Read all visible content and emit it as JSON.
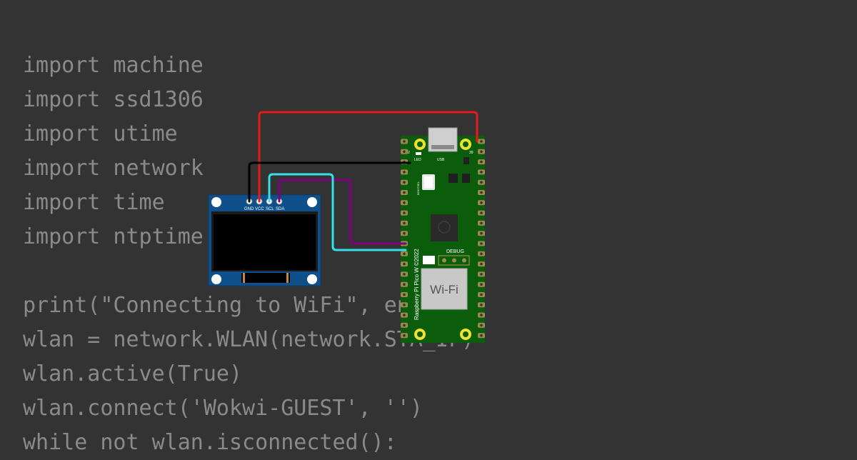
{
  "code": {
    "lines": [
      "import machine",
      "import ssd1306",
      "import utime",
      "import network",
      "import time",
      "import ntptime",
      "",
      "print(\"Connecting to WiFi\", end=\"\")",
      "wlan = network.WLAN(network.STA_IF)",
      "wlan.active(True)",
      "wlan.connect('Wokwi-GUEST', '')",
      "while not wlan.isconnected():"
    ]
  },
  "oled": {
    "pins": [
      "GND",
      "VCC",
      "SCL",
      "SDA"
    ]
  },
  "pico": {
    "name": "Raspberry Pi Pico W ©2022",
    "usb_label": "USB",
    "led_label": "LED",
    "bootsel_label": "BOOTSEL",
    "debug_label": "DEBUG",
    "wifi_label": "Wi-Fi",
    "pin_top_left": "2",
    "pin_top_right": "39"
  },
  "colors": {
    "background": "#333333",
    "code_text": "#8a8a8a",
    "wire_vcc": "#e31b1b",
    "wire_gnd": "#000000",
    "wire_scl": "#35e0e8",
    "wire_sda": "#800080",
    "pcb_green": "#0b5d0b",
    "oled_blue": "#0f4f8a"
  }
}
